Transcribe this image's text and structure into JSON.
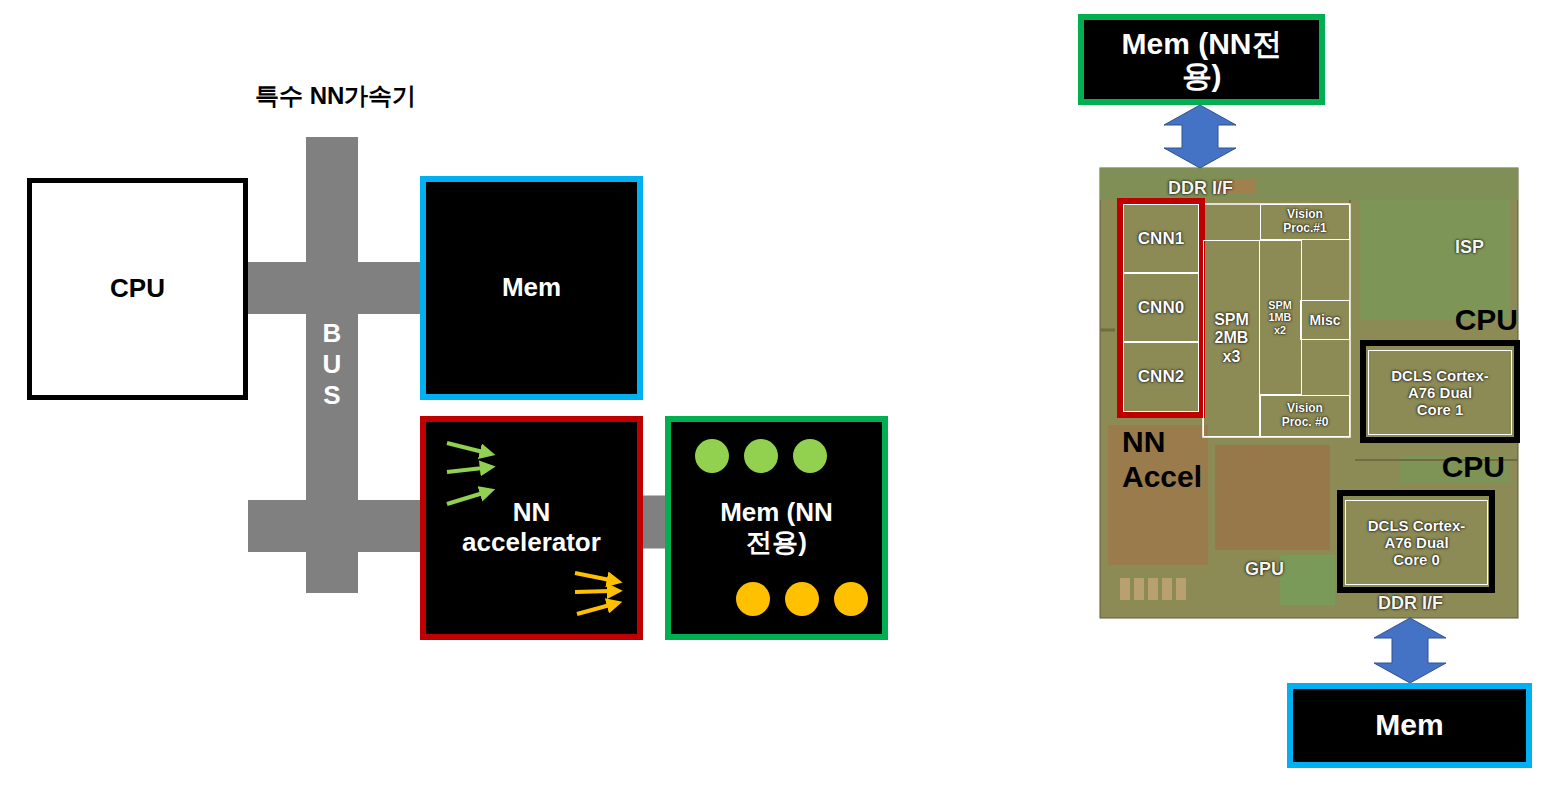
{
  "diagram": {
    "title": "특수 NN가속기",
    "nodes": [
      {
        "text": [
          "CPU"
        ]
      },
      {
        "text": [
          "B U S"
        ]
      },
      {
        "text": [
          "Mem"
        ]
      },
      {
        "text": [
          "NN accelerator"
        ]
      },
      {
        "text": [
          "Mem (NN전용)"
        ]
      },
      {
        "text": [
          "Mem (NN전용)"
        ]
      },
      {
        "text": [
          "DDR I/F",
          "ISP",
          "GPU",
          "DDR I/F"
        ]
      },
      {
        "text": [
          "NN Accel"
        ],
        "in": 6
      },
      {
        "text": [
          "CNN1"
        ],
        "in": 7
      },
      {
        "text": [
          "CNN0"
        ],
        "in": 7
      },
      {
        "text": [
          "CNN2"
        ],
        "in": 7
      },
      {
        "text": [
          "Vision Proc.#1"
        ],
        "in": 6
      },
      {
        "text": [
          "SPM 2MB x3"
        ],
        "in": 6
      },
      {
        "text": [
          "SPM 1MB x2"
        ],
        "in": 6
      },
      {
        "text": [
          "Misc"
        ],
        "in": 6
      },
      {
        "text": [
          "Vision Proc. #0"
        ],
        "in": 6
      },
      {
        "text": [
          "CPU"
        ],
        "in": 6
      },
      {
        "text": [
          "DCLS Cortex-A76 Dual Core 1"
        ],
        "in": 16
      },
      {
        "text": [
          "CPU"
        ],
        "in": 6
      },
      {
        "text": [
          "DCLS Cortex-A76 Dual Core 0"
        ],
        "in": 18
      },
      {
        "text": [
          "Mem"
        ]
      }
    ],
    "edges": [
      {
        "from": 0,
        "to": 1,
        "arrow": "none"
      },
      {
        "from": 1,
        "to": 2,
        "arrow": "none"
      },
      {
        "from": 1,
        "to": 3,
        "arrow": "none"
      },
      {
        "from": 3,
        "to": 4,
        "arrow": "none"
      },
      {
        "from": 5,
        "to": 6,
        "arrow": "both"
      },
      {
        "from": 6,
        "to": 20,
        "arrow": "both"
      }
    ]
  }
}
